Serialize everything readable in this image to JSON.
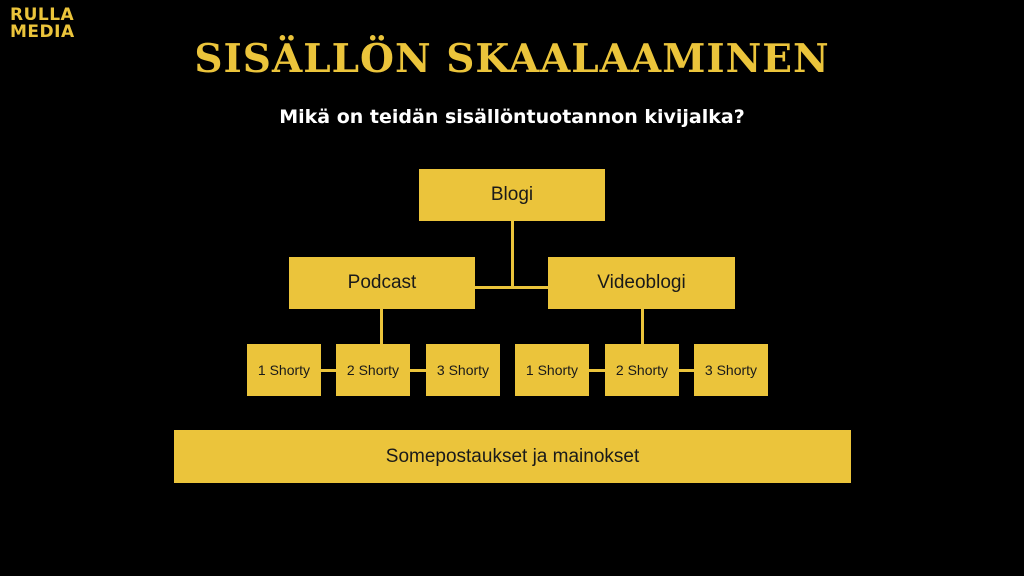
{
  "logo": {
    "line1": "RULLA",
    "line2": "MEDIA"
  },
  "title": "SISÄLLÖN SKAALAAMINEN",
  "subtitle": "Mikä on teidän sisällöntuotannon kivijalka?",
  "diagram": {
    "root": "Blogi",
    "level2": [
      "Podcast",
      "Videoblogi"
    ],
    "podcast_shorts": [
      "1 Shorty",
      "2 Shorty",
      "3 Shorty"
    ],
    "video_shorts": [
      "1 Shorty",
      "2 Shorty",
      "3 Shorty"
    ],
    "base": "Somepostaukset ja mainokset"
  },
  "colors": {
    "accent": "#ebc43b",
    "background": "#000000",
    "subtitle": "#ffffff"
  }
}
